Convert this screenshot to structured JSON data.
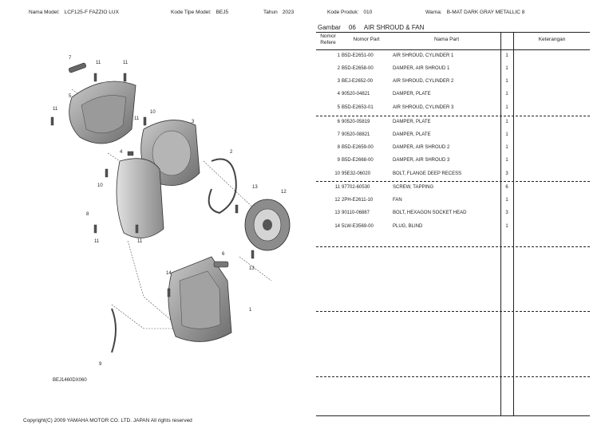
{
  "header": {
    "model_label": "Nama Model:",
    "model_value": "LCF125-F FAZZIO LUX",
    "type_label": "Kode Tipe Model:",
    "type_value": "BEJ5",
    "year_label": "Tahun",
    "year_value": "2023",
    "product_label": "Kode Produk:",
    "product_value": "010",
    "color_label": "Warna:",
    "color_value": "B-MAT DARK GRAY METALLIC 8"
  },
  "gambar": {
    "label": "Gambar",
    "number": "06",
    "title": "AIR SHROUD & FAN"
  },
  "table": {
    "headers": {
      "ref": "Nomor Refere",
      "part_no": "Nomor Part",
      "name": "Nama Part",
      "note": "Keterangan"
    },
    "rows": [
      {
        "ref": "1",
        "part_no": "B5D-E2651-00",
        "name": "AIR SHROUD, CYLINDER 1",
        "qty": "1"
      },
      {
        "ref": "2",
        "part_no": "B5D-E2658-00",
        "name": "DAMPER, AIR SHROUD 1",
        "qty": "1"
      },
      {
        "ref": "3",
        "part_no": "BEJ-E2652-00",
        "name": "AIR SHROUD, CYLINDER 2",
        "qty": "1"
      },
      {
        "ref": "4",
        "part_no": "90520-04821",
        "name": "DAMPER, PLATE",
        "qty": "1"
      },
      {
        "ref": "5",
        "part_no": "B5D-E2653-01",
        "name": "AIR SHROUD, CYLINDER 3",
        "qty": "1"
      },
      {
        "ref": "6",
        "part_no": "90520-05819",
        "name": "DAMPER, PLATE",
        "qty": "1"
      },
      {
        "ref": "7",
        "part_no": "90520-08821",
        "name": "DAMPER, PLATE",
        "qty": "1"
      },
      {
        "ref": "8",
        "part_no": "B5D-E2659-00",
        "name": "DAMPER, AIR SHROUD 2",
        "qty": "1"
      },
      {
        "ref": "9",
        "part_no": "B5D-E2668-00",
        "name": "DAMPER, AIR SHROUD 3",
        "qty": "1"
      },
      {
        "ref": "10",
        "part_no": "95E32-06020",
        "name": "BOLT, FLANGE DEEP RECESS",
        "qty": "3"
      },
      {
        "ref": "11",
        "part_no": "97702-60530",
        "name": "SCREW, TAPPING",
        "qty": "6"
      },
      {
        "ref": "12",
        "part_no": "2PH-E2611-10",
        "name": "FAN",
        "qty": "1"
      },
      {
        "ref": "13",
        "part_no": "90110-06887",
        "name": "BOLT, HEXAGON SOCKET HEAD",
        "qty": "3"
      },
      {
        "ref": "14",
        "part_no": "5LW-E3569-00",
        "name": "PLUG, BLIND",
        "qty": "1"
      }
    ]
  },
  "diagram": {
    "code": "BEJ1460DX060",
    "callouts": [
      "7",
      "11",
      "11",
      "5",
      "11",
      "10",
      "11",
      "4",
      "3",
      "2",
      "10",
      "8",
      "11",
      "11",
      "13",
      "12",
      "13",
      "6",
      "14",
      "1",
      "9"
    ]
  },
  "footer": {
    "copyright": "Copyright(C) 2009 YAMAHA MOTOR CO. LTD. JAPAN All rights reserved"
  }
}
